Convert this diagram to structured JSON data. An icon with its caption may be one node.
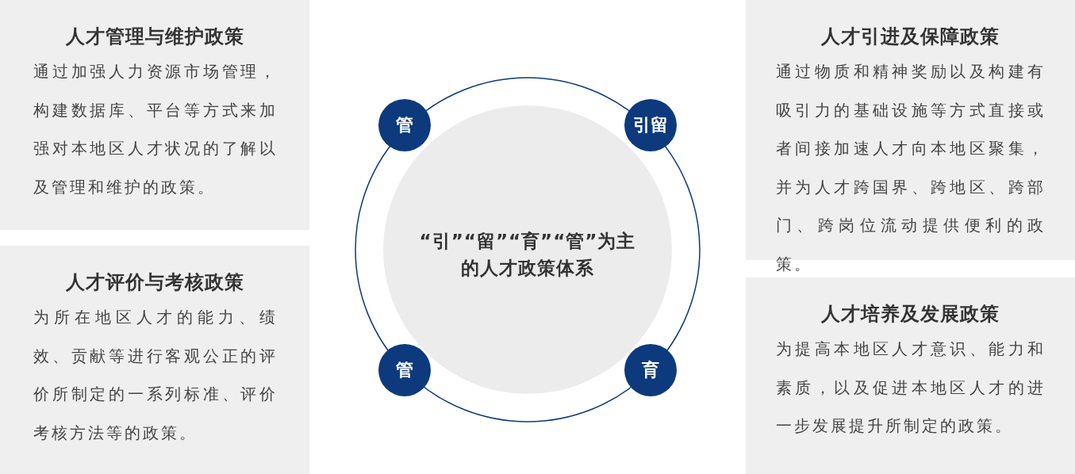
{
  "diagram": {
    "nodes": [
      {
        "text": [
          "人才管理与维护政策",
          "通过加强人力资源市场管理，构建数据库、平台等方式来加强对本地区人才状况的了解以及管理和维护的政策。"
        ]
      },
      {
        "text": [
          "人才评价与考核政策",
          "为所在地区人才的能力、绩效、贡献等进行客观公正的评价所制定的一系列标准、评价考核方法等的政策。"
        ]
      },
      {
        "text": [
          "人才引进及保障政策",
          "通过物质和精神奖励以及构建有吸引力的基础设施等方式直接或者间接加速人才向本地区聚集，并为人才跨国界、跨地区、跨部门、跨岗位流动提供便利的政策。"
        ]
      },
      {
        "text": [
          "人才培养及发展政策",
          "为提高本地区人才意识、能力和素质，以及促进本地区人才的进一步发展提升所制定的政策。"
        ]
      },
      {
        "text": [
          "“引”“留”“育”“管”为主的人才政策体系"
        ]
      },
      {
        "text": [
          "管"
        ]
      },
      {
        "text": [
          "引留"
        ]
      },
      {
        "text": [
          "管"
        ]
      },
      {
        "text": [
          "育"
        ]
      }
    ]
  }
}
